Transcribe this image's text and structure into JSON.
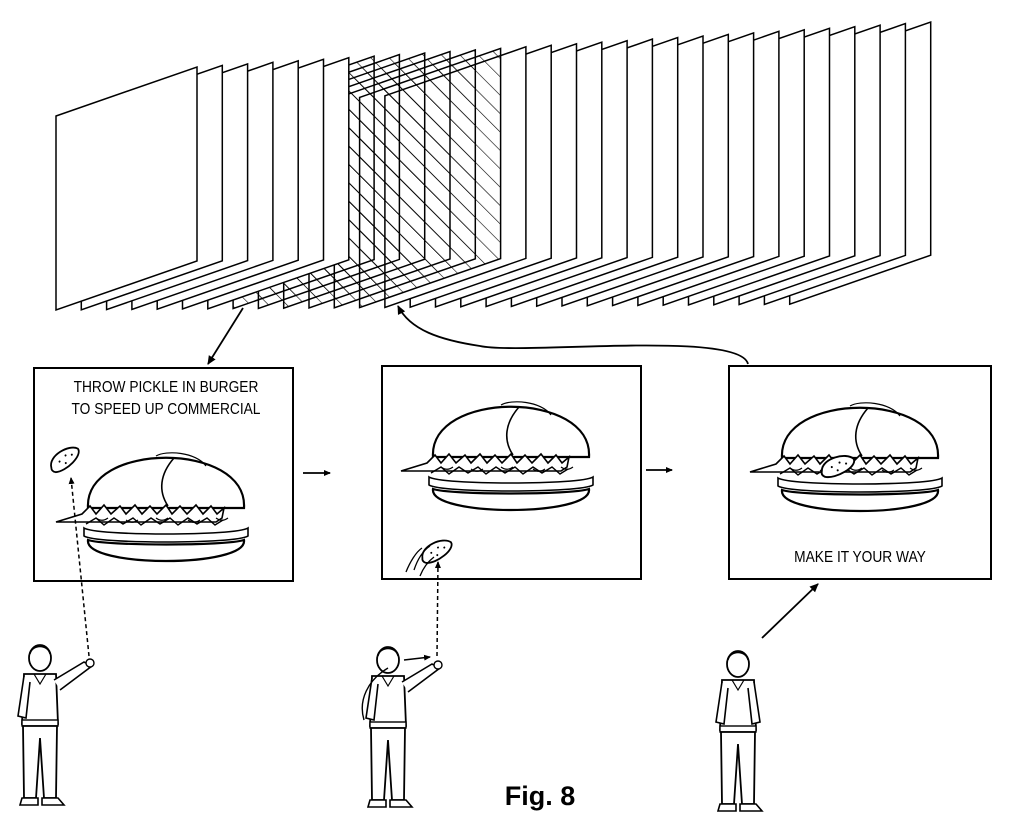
{
  "panels": [
    {
      "text_lines": [
        "THROW PICKLE IN BURGER",
        "TO SPEED UP COMMERCIAL"
      ]
    },
    {
      "text_lines": []
    },
    {
      "text_lines": [
        "MAKE IT YOUR WAY"
      ]
    }
  ],
  "caption": "Fig. 8",
  "frames": {
    "count": 30,
    "hatched": [
      7,
      8,
      9,
      10,
      11,
      12
    ]
  },
  "colors": {
    "ink": "#000000",
    "paper": "#ffffff"
  }
}
